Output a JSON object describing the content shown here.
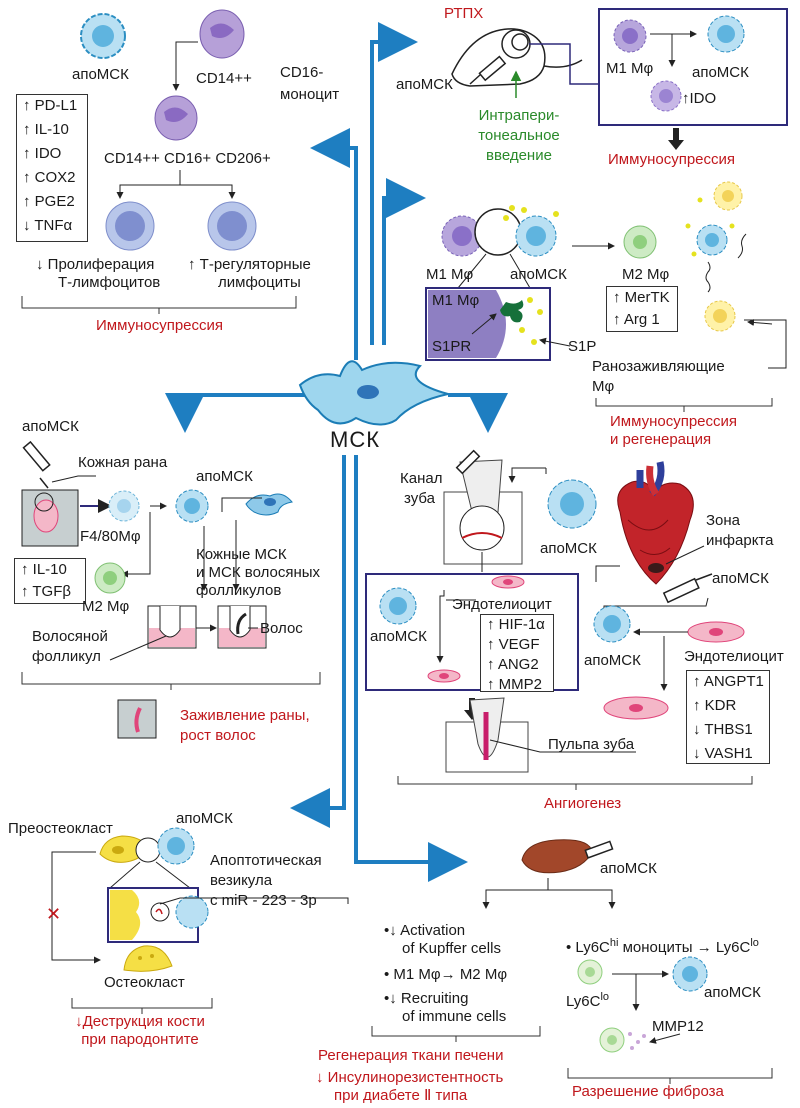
{
  "center": {
    "label": "МСК"
  },
  "tl": {
    "apomsc": "апоМСК",
    "cd14": "CD14++",
    "cd16": "CD16-",
    "monocyte": "моноцит",
    "cd_row": "CD14++ CD16+ CD206+",
    "markers": [
      "↑ PD-L1",
      "↑ IL-10",
      "↑ IDO",
      "↑ COX2",
      "↑ PGE2",
      "↓ TNFα"
    ],
    "prolif_1": "↓ Пролиферация",
    "prolif_2": "Т-лимфоцитов",
    "treg_1": "↑ Т-регуляторные",
    "treg_2": "лимфоциты",
    "result": "Иммуносупрессия"
  },
  "tr": {
    "gvhd": "РТПХ",
    "apomsc": "апоМСК",
    "ip_1": "Интрапери-",
    "ip_2": "тонеальное",
    "ip_3": "введение",
    "m1": "M1 Mφ",
    "apomsc2": "апоМСК",
    "ido": "↑IDO",
    "result": "Иммуносупрессия"
  },
  "mr": {
    "m1": "M1 Mφ",
    "apomsc": "апоМСК",
    "m2": "M2 Mφ",
    "inset_m1": "M1 Mφ",
    "s1pr": "S1PR",
    "s1p": "S1P",
    "markers": [
      "↑ MerTK",
      "↑ Arg 1"
    ],
    "wound_1": "Ранозаживляющие",
    "wound_2": "Mφ",
    "result_1": "Иммуносупрессия",
    "result_2": "и регенерация"
  },
  "ml": {
    "apomsc": "апоМСК",
    "wound": "Кожная рана",
    "apomsc2": "апоМСК",
    "f480": "F4/80Mφ",
    "markers": [
      "↑ IL-10",
      "↑ TGFβ"
    ],
    "m2": "M2 Mφ",
    "skin_1": "Кожные МСК",
    "skin_2": "и МСК волосяных",
    "skin_3": "фолликулов",
    "follicle_1": "Волосяной",
    "follicle_2": "фолликул",
    "hair": "Волос",
    "result_1": "Заживление раны,",
    "result_2": "рост волос"
  },
  "cr": {
    "canal_1": "Канал",
    "canal_2": "зуба",
    "apomsc": "апоМСК",
    "infarct_1": "Зона",
    "infarct_2": "инфаркта",
    "apomsc_h": "апоМСК",
    "endo": "Эндотелиоцит",
    "apomsc_b": "апоМСК",
    "markers_a": [
      "↑ HIF-1α",
      "↑ VEGF",
      "↑ ANG2",
      "↑ MMP2"
    ],
    "apomsc_r": "апоМСК",
    "endo_r": "Эндотелиоцит",
    "markers_b": [
      "↑ ANGPT1",
      "↑ KDR",
      "↓ THBS1",
      "↓ VASH1"
    ],
    "pulp": "Пульпа зуба",
    "result": "Ангиогенез"
  },
  "bl": {
    "preosteo": "Преостеокласт",
    "apomsc": "апоМСК",
    "vesicle_1": "Апоптотическая",
    "vesicle_2": "везикула",
    "vesicle_3": "с miR - 223 - 3p",
    "osteo": "Остеокласт",
    "result_1": "↓Деструкция кости",
    "result_2": "при пародонтите"
  },
  "br": {
    "apomsc": "апоМСК",
    "item1_1": "•↓ Activation",
    "item1_2": "of Kupffer cells",
    "item2": "•   M1 Mφ→ M2 Mφ",
    "item3_1": "•↓ Recruiting",
    "item3_2": "of immune cells",
    "ly1": "• Ly6C",
    "ly1_sup": "hi",
    "ly1_mid": " моноциты → Ly6C",
    "ly1_sup2": "lo",
    "ly2": "Ly6C",
    "ly2_sup": "lo",
    "apomsc_r": "апоМСК",
    "mmp12": "MMP12",
    "result_l1": "Регенерация ткани печени",
    "result_l2": "↓ Инсулинорезистентность",
    "result_l3": "при диабете Ⅱ типа",
    "result_r": "Разрешение фиброза"
  }
}
